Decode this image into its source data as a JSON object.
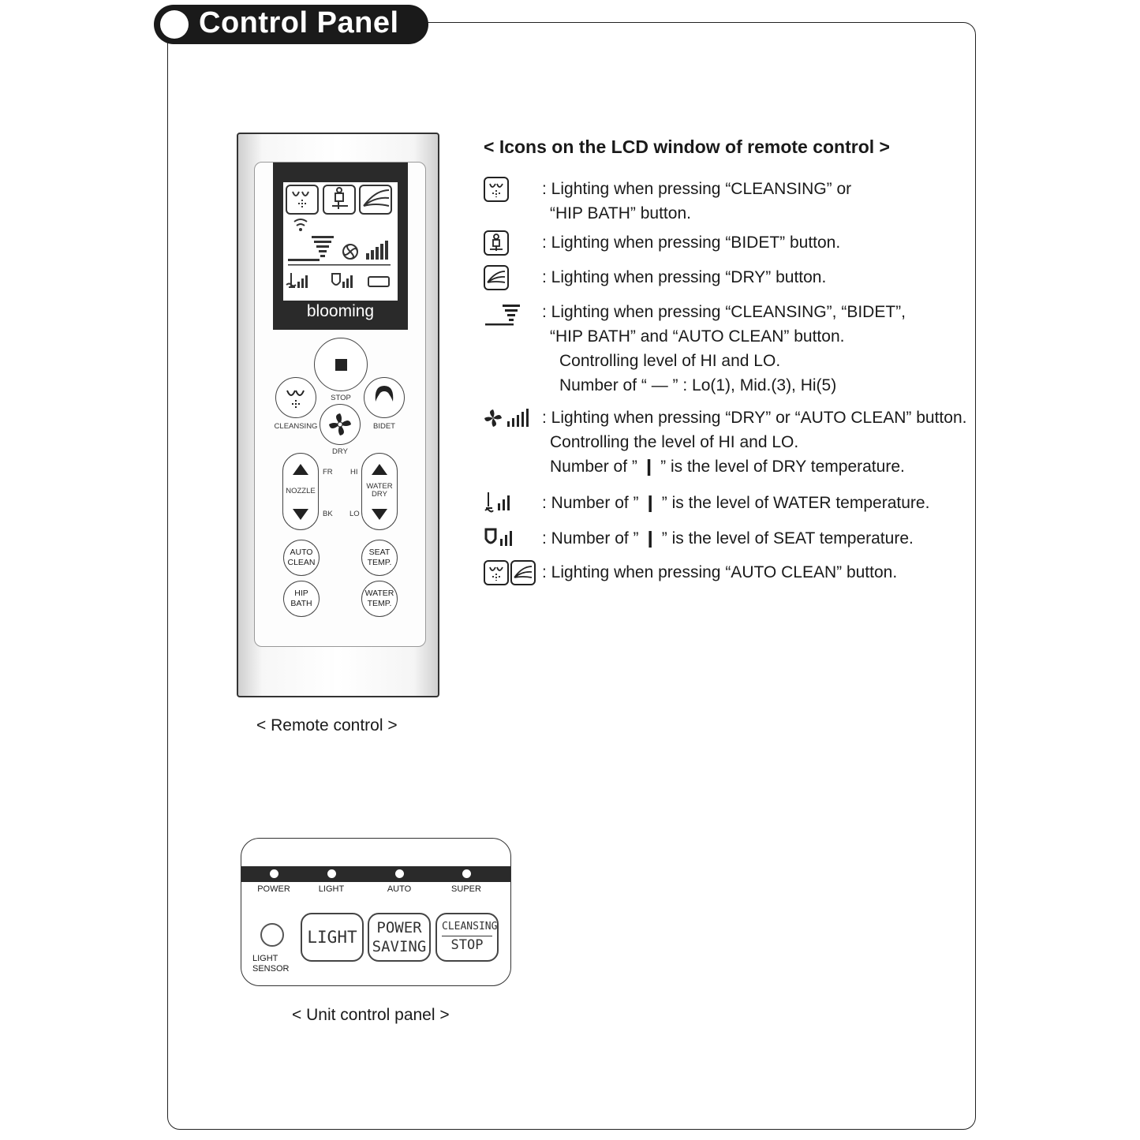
{
  "page": {
    "title": "Control Panel"
  },
  "remote": {
    "brand": "blooming",
    "buttons": {
      "stop": "STOP",
      "cleansing": "CLEANSING",
      "bidet": "BIDET",
      "dry": "DRY",
      "nozzle": "NOZZLE",
      "water_dry_line1": "WATER",
      "water_dry_line2": "DRY",
      "auto_clean_line1": "AUTO",
      "auto_clean_line2": "CLEAN",
      "hip_bath_line1": "HIP",
      "hip_bath_line2": "BATH",
      "seat_temp_line1": "SEAT",
      "seat_temp_line2": "TEMP.",
      "water_temp_line1": "WATER",
      "water_temp_line2": "TEMP."
    },
    "side_labels": {
      "fr": "FR",
      "bk": "BK",
      "hi": "HI",
      "lo": "LO"
    },
    "caption": "< Remote control >"
  },
  "icons_section": {
    "heading": "< Icons on the LCD window of remote control >",
    "rows": [
      {
        "icon": "cleansing-icon",
        "lines": [
          ": Lighting when pressing “CLEANSING” or",
          "“HIP BATH” button."
        ]
      },
      {
        "icon": "bidet-icon",
        "lines": [
          ": Lighting when pressing “BIDET” button."
        ]
      },
      {
        "icon": "dry-icon",
        "lines": [
          ": Lighting when pressing “DRY” button."
        ]
      },
      {
        "icon": "water-pressure-icon",
        "lines": [
          ": Lighting when pressing “CLEANSING”, “BIDET”,",
          "“HIP BATH” and “AUTO CLEAN” button.",
          "Controlling level of HI and LO.",
          "Number of “ — ” :  Lo(1), Mid.(3), Hi(5)"
        ]
      },
      {
        "icon": "fan-level-icon",
        "lines": [
          ": Lighting when pressing “DRY” or “AUTO CLEAN” button.",
          "Controlling the level of HI and LO.",
          "Number of ” ❙ ” is the level of DRY temperature."
        ]
      },
      {
        "icon": "water-temp-icon",
        "lines": [
          ": Number of ” ❙ ” is the level of WATER temperature."
        ]
      },
      {
        "icon": "seat-temp-icon",
        "lines": [
          ": Number of ” ❙ ” is the level of SEAT temperature."
        ]
      },
      {
        "icon": "auto-clean-icon",
        "lines": [
          ": Lighting when pressing “AUTO CLEAN” button."
        ]
      }
    ]
  },
  "unit_panel": {
    "leds": [
      "POWER",
      "LIGHT",
      "AUTO",
      "SUPER"
    ],
    "light_sensor_line1": "LIGHT",
    "light_sensor_line2": "SENSOR",
    "light_button": "LIGHT",
    "power_saving_line1": "POWER",
    "power_saving_line2": "SAVING",
    "cleansing_stop_line1": "CLEANSING",
    "cleansing_stop_line2": "STOP",
    "caption": "< Unit control panel >"
  }
}
